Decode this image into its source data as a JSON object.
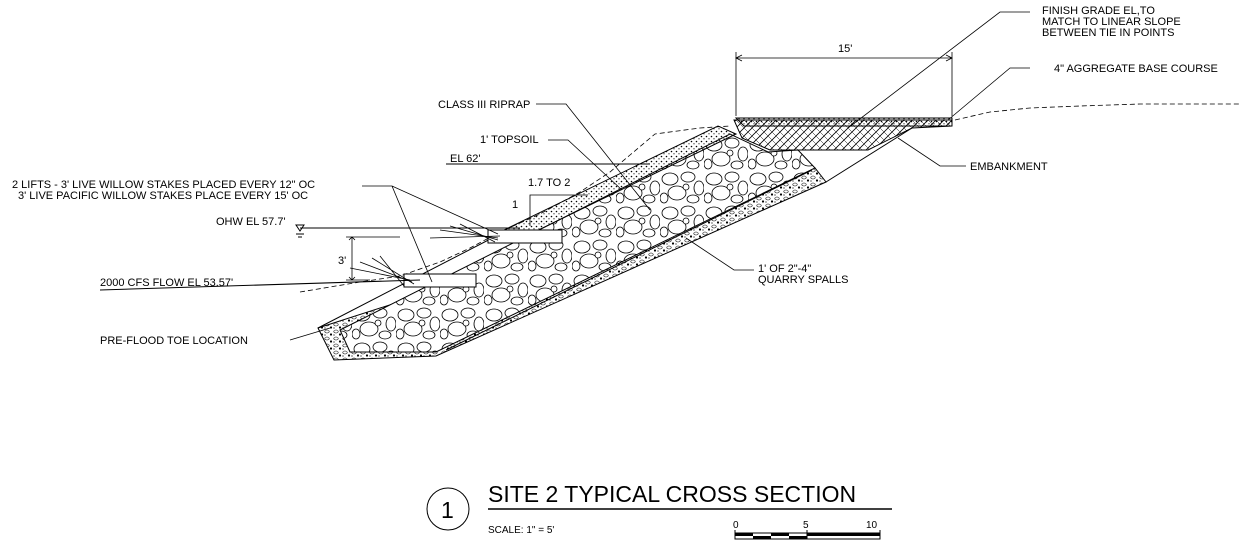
{
  "labels": {
    "finish_grade": [
      "FINISH GRADE EL,TO",
      "MATCH TO LINEAR SLOPE",
      "BETWEEN TIE IN POINTS"
    ],
    "width_dim": "15'",
    "aggregate_base": "4\" AGGREGATE BASE COURSE",
    "class_riprap": "CLASS III RIPRAP",
    "topsoil": "1' TOPSOIL",
    "el_62": "EL 62'",
    "embankment": "EMBANKMENT",
    "willow_stakes": [
      "2 LIFTS - 3' LIVE WILLOW STAKES PLACED EVERY 12\" OC",
      "3' LIVE PACIFIC WILLOW STAKES PLACE EVERY 15' OC"
    ],
    "slope_ratio": "1.7 TO 2",
    "slope_rise": "1",
    "ohw": "OHW EL 57.7'",
    "lift_height": "3'",
    "flow_2000": "2000 CFS FLOW EL 53.57'",
    "quarry_spalls": [
      "1' OF 2\"-4\"",
      "QUARRY SPALLS"
    ],
    "pre_flood_toe": "PRE-FLOOD TOE LOCATION"
  },
  "title_block": {
    "detail_number": "1",
    "title": "SITE 2 TYPICAL CROSS SECTION",
    "scale": "SCALE: 1\" = 5'",
    "scale_bar_ticks": [
      "0",
      "5",
      "10"
    ]
  }
}
